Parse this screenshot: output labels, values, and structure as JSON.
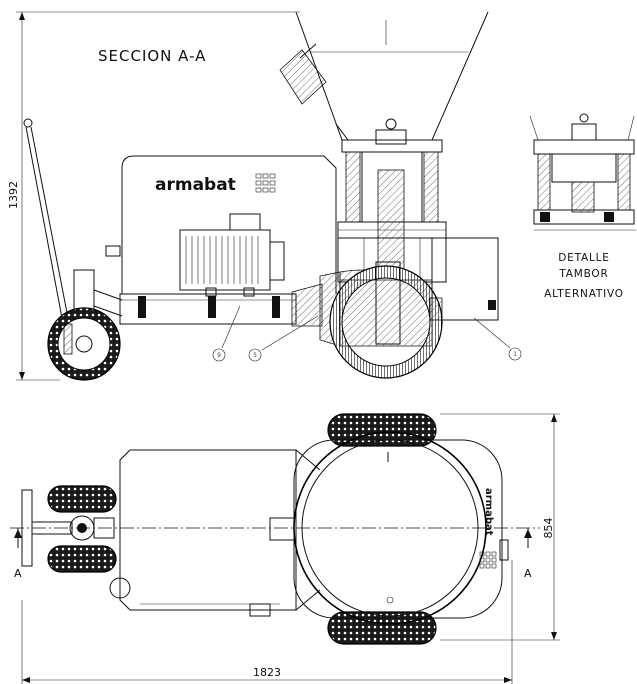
{
  "section_view": {
    "title": "SECCION A-A",
    "brand_mark": "armabat"
  },
  "detail_view": {
    "label_lines": [
      "DETALLE",
      "TAMBOR",
      "ALTERNATIVO"
    ]
  },
  "dimensions": {
    "height": "1392",
    "width": "854",
    "length": "1823"
  },
  "section_markers": {
    "left": "A",
    "right": "A"
  },
  "callouts": {
    "first": "9",
    "second": "5",
    "third": "1"
  },
  "plan_view": {
    "brand_mark": "armabat"
  }
}
